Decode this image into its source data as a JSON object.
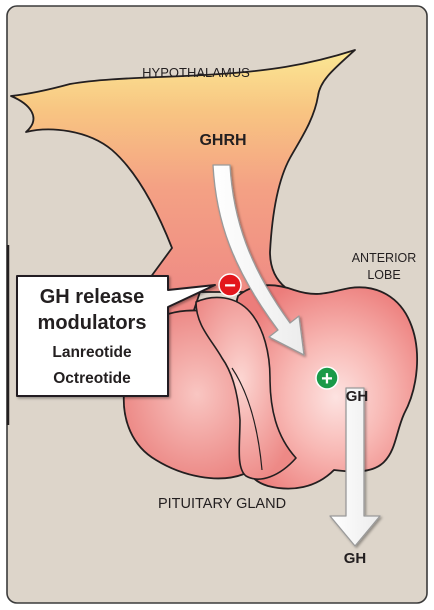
{
  "labels": {
    "hypothalamus": "HYPOTHALAMUS",
    "ghrh": "GHRH",
    "anterior_lobe_line1": "ANTERIOR",
    "anterior_lobe_line2": "LOBE",
    "gh_near_gland": "GH",
    "pituitary_gland": "PITUITARY GLAND",
    "gh_bottom": "GH"
  },
  "callout": {
    "title_line1": "GH release",
    "title_line2": "modulators",
    "drug1": "Lanreotide",
    "drug2": "Octreotide"
  },
  "signs": {
    "inhibit": "−",
    "stimulate": "+"
  },
  "colors": {
    "background": "#ddd5ca",
    "inhibit": "#e3161c",
    "stimulate": "#1a9a48",
    "gland_pink": "#ef8f8c",
    "hypothalamus_yellow": "#fbe38e"
  }
}
